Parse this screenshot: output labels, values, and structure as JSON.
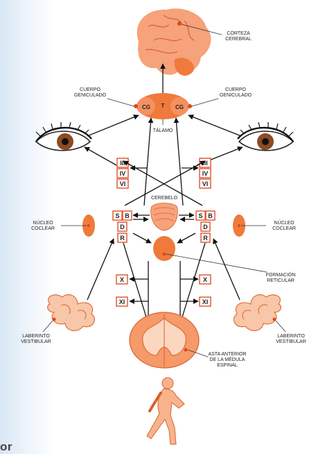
{
  "labels": {
    "corteza": [
      "CORTEZA",
      "CEREBRAL"
    ],
    "cuerpo_left": [
      "CUERPO",
      "GENICULADO"
    ],
    "cuerpo_right": [
      "CUERPO",
      "GENICULADO"
    ],
    "talamo": "TÁLAMO",
    "cerebelo": "CEREBELO",
    "nucleo_left": [
      "NÚCLEO",
      "COCLEAR"
    ],
    "nucleo_right": [
      "NÚCLEO",
      "COCLEAR"
    ],
    "formacion": [
      "FORMACIÓN",
      "RETICULAR"
    ],
    "laberinto_left": [
      "LABERINTO",
      "VESTIBULAR"
    ],
    "laberinto_right": [
      "LABERINTO",
      "VESTIBULAR"
    ],
    "asta": [
      "ASTA ANTERIOR",
      "DE LA MÉDULA",
      "ESPINAL"
    ]
  },
  "thalamus": {
    "left": "CG",
    "center": "T",
    "right": "CG"
  },
  "nerves": {
    "iii": "III",
    "iv": "IV",
    "vi": "VI",
    "x": "X",
    "xi": "XI"
  },
  "vestibular": {
    "s": "S",
    "b": "B",
    "d": "D",
    "r": "R"
  },
  "colors": {
    "orange": "#f07a3c",
    "box_border": "#e0502a",
    "dark_dot": "#d94a1a"
  },
  "watermark": "or"
}
